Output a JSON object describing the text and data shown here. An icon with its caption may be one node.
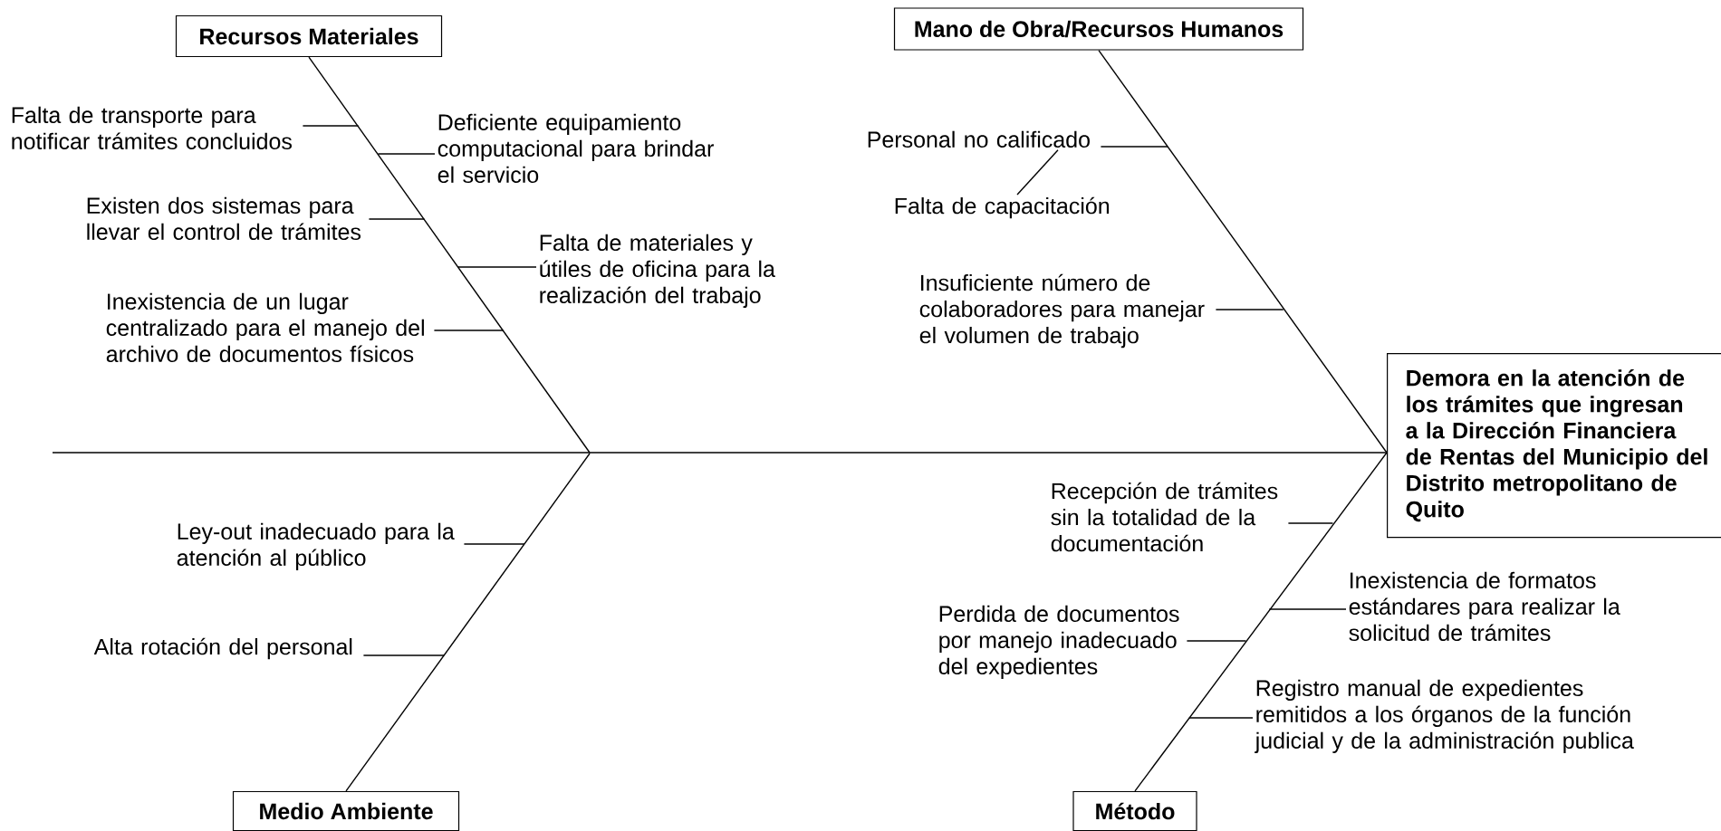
{
  "diagram": {
    "nodes": [
      {
        "text": [
          "Recursos Materiales"
        ]
      },
      {
        "text": [
          "Falta de transporte para notificar trámites concluidos"
        ]
      },
      {
        "text": [
          "Deficiente equipamiento computacional para brindar el servicio"
        ]
      },
      {
        "text": [
          "Existen dos sistemas para llevar el control de trámites"
        ]
      },
      {
        "text": [
          "Falta de materiales y útiles de oficina para la realización del trabajo"
        ]
      },
      {
        "text": [
          "Inexistencia de un lugar centralizado para el manejo del archivo de documentos físicos"
        ]
      },
      {
        "text": [
          "Mano de Obra/Recursos Humanos"
        ]
      },
      {
        "text": [
          "Personal no calificado"
        ]
      },
      {
        "text": [
          "Falta de capacitación"
        ]
      },
      {
        "text": [
          "Insuficiente número de colaboradores para manejar el volumen de trabajo"
        ]
      },
      {
        "text": [
          "Demora en la atención de los trámites que ingresan a la Dirección Financiera de Rentas del Municipio del Distrito metropolitano de Quito"
        ]
      },
      {
        "text": [
          "Medio Ambiente"
        ]
      },
      {
        "text": [
          "Ley-out inadecuado para la atención al público"
        ]
      },
      {
        "text": [
          "Alta rotación del personal"
        ]
      },
      {
        "text": [
          "Método"
        ]
      },
      {
        "text": [
          "Recepción de trámites sin la totalidad de la documentación"
        ]
      },
      {
        "text": [
          "Inexistencia de formatos estándares para realizar la solicitud de trámites"
        ]
      },
      {
        "text": [
          "Perdida de documentos por manejo inadecuado del expedientes"
        ]
      },
      {
        "text": [
          "Registro manual de expedientes remitidos a los órganos de la función judicial y de la administración publica"
        ]
      }
    ],
    "edges": [
      {
        "from": null,
        "to": 10,
        "arrow": "none"
      },
      {
        "from": 0,
        "to": null,
        "arrow": "none"
      },
      {
        "from": 1,
        "to": null,
        "arrow": "none"
      },
      {
        "from": 2,
        "to": null,
        "arrow": "none"
      },
      {
        "from": 3,
        "to": null,
        "arrow": "none"
      },
      {
        "from": 4,
        "to": null,
        "arrow": "none"
      },
      {
        "from": 5,
        "to": null,
        "arrow": "none"
      },
      {
        "from": 6,
        "to": 10,
        "arrow": "none"
      },
      {
        "from": 7,
        "to": null,
        "arrow": "none"
      },
      {
        "from": 8,
        "to": 7,
        "arrow": "none"
      },
      {
        "from": 9,
        "to": null,
        "arrow": "none"
      },
      {
        "from": 11,
        "to": null,
        "arrow": "none"
      },
      {
        "from": 12,
        "to": null,
        "arrow": "none"
      },
      {
        "from": 13,
        "to": null,
        "arrow": "none"
      },
      {
        "from": 14,
        "to": 10,
        "arrow": "none"
      },
      {
        "from": 15,
        "to": null,
        "arrow": "none"
      },
      {
        "from": 16,
        "to": null,
        "arrow": "none"
      },
      {
        "from": 17,
        "to": null,
        "arrow": "none"
      },
      {
        "from": 18,
        "to": null,
        "arrow": "none"
      }
    ]
  }
}
